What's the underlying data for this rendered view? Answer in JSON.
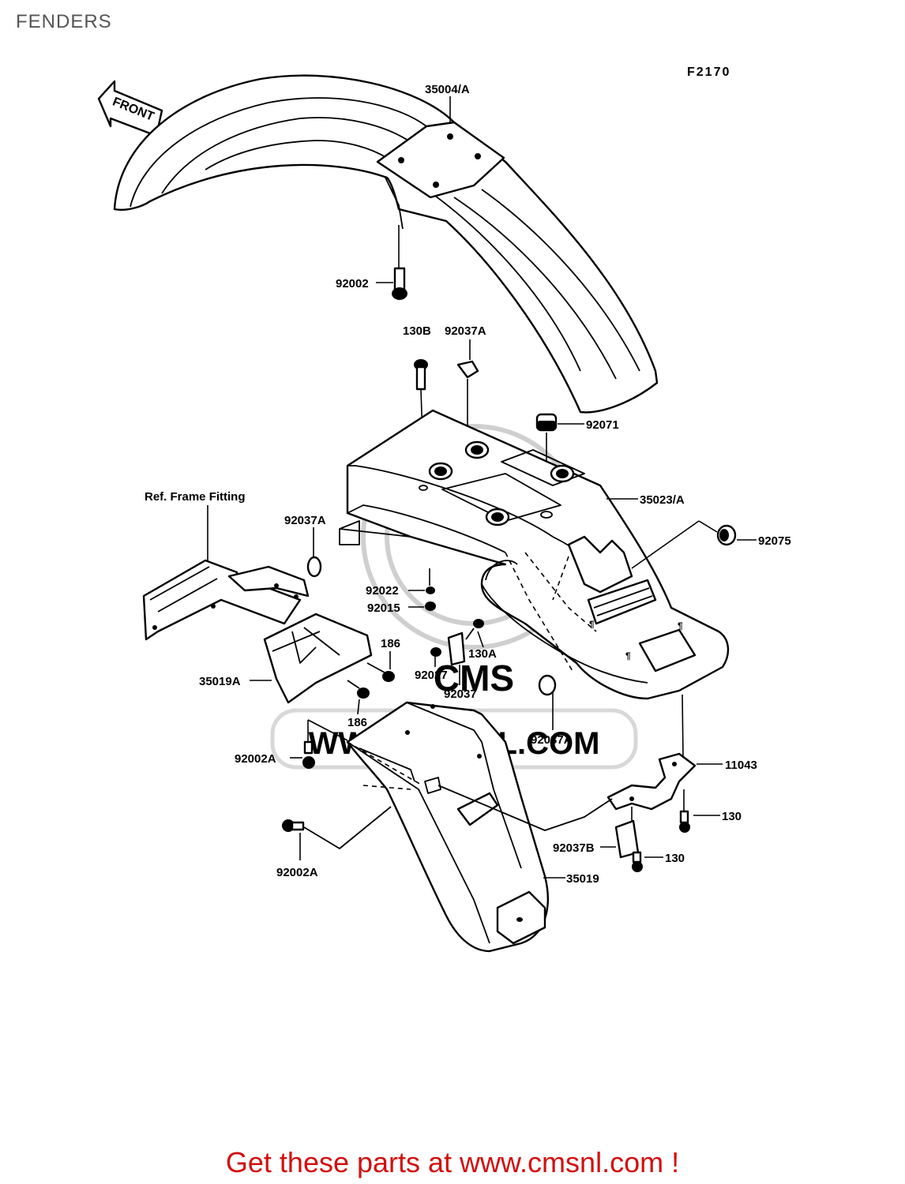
{
  "page": {
    "title": "FENDERS",
    "figure_code": "F2170"
  },
  "diagram": {
    "front_arrow_label": "FRONT",
    "reference_label": "Ref. Frame Fitting",
    "part_labels": {
      "p35004A": "35004/A",
      "p92002": "92002",
      "p130B": "130B",
      "p92037A_top": "92037A",
      "p92071": "92071",
      "p35023A": "35023/A",
      "p92075": "92075",
      "p92037A_left": "92037A",
      "p92022": "92022",
      "p92015": "92015",
      "p186_top": "186",
      "p130A": "130A",
      "p35019A": "35019A",
      "p92027": "92027",
      "p92037": "92037",
      "p186_bottom": "186",
      "p92037A_bottom": "92037A",
      "p92002A_top": "92002A",
      "p11043": "11043",
      "p130_top": "130",
      "p92037B": "92037B",
      "p130_bottom": "130",
      "p35019": "35019",
      "p92002A_bottom": "92002A"
    },
    "watermark_url": "WWW.CMSNL.COM",
    "watermark_logo": "CMS"
  },
  "footer": {
    "text": "Get these parts at www.cmsnl.com !"
  }
}
